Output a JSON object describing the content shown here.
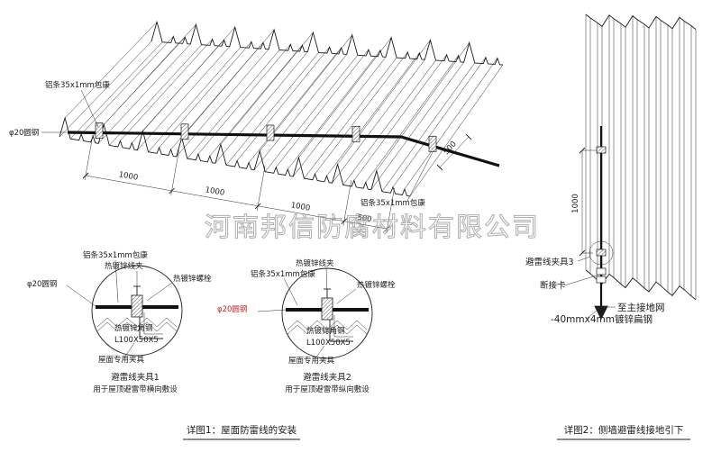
{
  "watermark": "河南邦信防腐材料有限公司",
  "colors": {
    "line": "#1c1c1c",
    "red": "#cc2222",
    "watermark": "#9a9a9a"
  },
  "main_view": {
    "label_al_strip_top": "铝条35x1mm包康",
    "label_round_steel": "φ20圆钢",
    "label_al_strip_right": "铝条35x1mm包康",
    "dims": [
      "1000",
      "1000",
      "1000",
      "500"
    ],
    "dim_right": "500"
  },
  "detail1": {
    "label_al_strip": "铝条35x1mm包康",
    "label_wire_clip": "热镀锌线夹",
    "label_bolt": "热镀锌螺栓",
    "label_round_steel": "φ20圆钢",
    "label_angle": "热镀锌角钢",
    "label_angle_spec": "L100X50X5",
    "label_roof_clamp": "屋面专用夹具",
    "title": "避雷线夹具1",
    "subtitle": "用于屋顶避雷带横向敷设"
  },
  "detail2": {
    "label_al_strip": "铝条35x1mm包康",
    "label_wire_clip": "热镀锌线夹",
    "label_bolt": "热镀锌螺栓",
    "label_round_steel": "φ20圆钢",
    "label_angle": "热镀锌角钢",
    "label_angle_spec": "L100X50X5",
    "label_roof_clamp": "屋面专用夹具",
    "title": "避雷线夹具2",
    "subtitle": "用于屋顶避雷带纵向敷设"
  },
  "wall_view": {
    "label_clamp3": "避雷线夹具3",
    "label_disconnect": "断接卡",
    "label_to_ground": "至主接地网",
    "label_flat_steel": "-40mmx4mm镀锌扁钢",
    "dim": "1000"
  },
  "captions": {
    "fig1": "详图1：屋面防雷线的安装",
    "fig2": "详图2：侧墙避雷线接地引下"
  }
}
